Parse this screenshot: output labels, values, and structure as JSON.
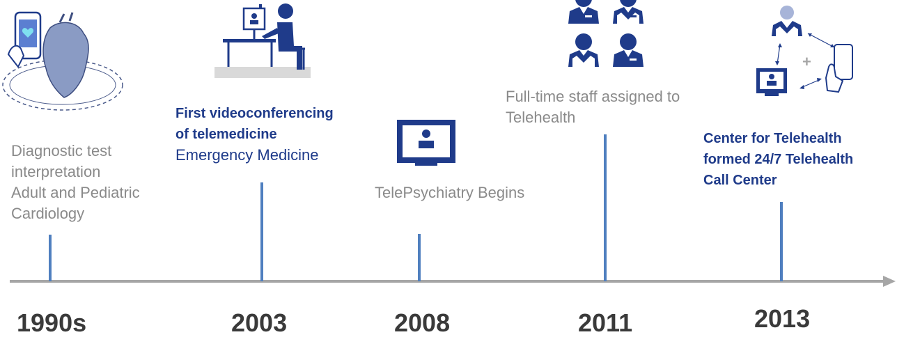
{
  "colors": {
    "axis": "#a6a6a6",
    "tick": "#4f7fbf",
    "icon_dark": "#1f3b8a",
    "icon_light": "#6e86c9",
    "grey_text": "#8a8a8a",
    "year_text": "#3a3a3a"
  },
  "events": [
    {
      "year": "1990s",
      "icon": "phone-heart-icon",
      "title": "",
      "desc_lines": [
        "Diagnostic test",
        "interpretation",
        "Adult and Pediatric",
        "Cardiology"
      ]
    },
    {
      "year": "2003",
      "icon": "desk-videoconference-icon",
      "title_lines": [
        "First videoconferencing",
        "of telemedicine"
      ],
      "desc_lines": [
        "Emergency Medicine"
      ]
    },
    {
      "year": "2008",
      "icon": "monitor-person-icon",
      "title": "",
      "desc_lines": [
        "TelePsychiatry Begins"
      ]
    },
    {
      "year": "2011",
      "icon": "staff-group-icon",
      "title": "",
      "desc_lines": [
        "Full-time staff assigned to",
        "Telehealth"
      ]
    },
    {
      "year": "2013",
      "icon": "telehealth-network-icon",
      "title_lines": [
        "Center for Telehealth",
        "formed 24/7 Telehealth",
        "Call Center"
      ],
      "desc_lines": []
    }
  ]
}
